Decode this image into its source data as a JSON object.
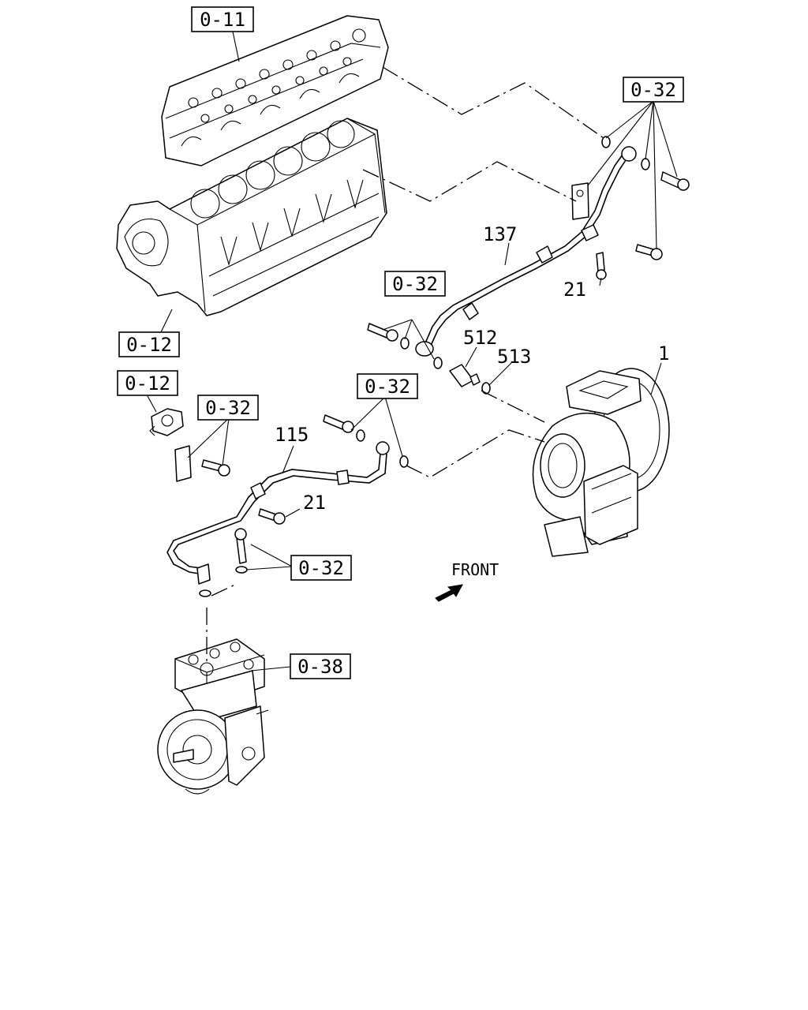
{
  "callouts": {
    "ref_0_11": "0-11",
    "ref_0_12_block": "0-12",
    "ref_0_12_sensor": "0-12",
    "ref_0_32_top_right": "0-32",
    "ref_0_32_mid": "0-32",
    "ref_0_32_lower_mid": "0-32",
    "ref_0_32_bracket": "0-32",
    "ref_0_32_bottom": "0-32",
    "ref_0_38": "0-38"
  },
  "part_numbers": {
    "p137": "137",
    "p21_upper": "21",
    "p512": "512",
    "p513": "513",
    "p1": "1",
    "p115": "115",
    "p21_lower": "21"
  },
  "front_label": "FRONT"
}
